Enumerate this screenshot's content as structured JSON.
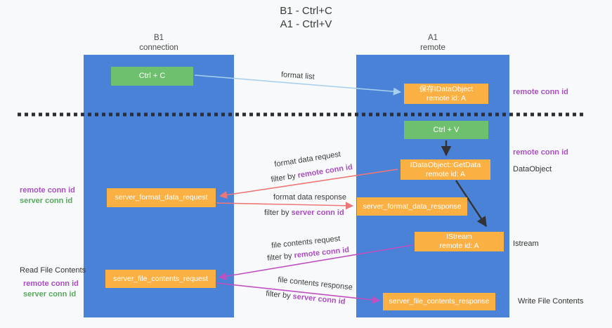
{
  "title": {
    "line1": "B1 - Ctrl+C",
    "line2": "A1 - Ctrl+V"
  },
  "lanes": {
    "left": {
      "name": "B1",
      "role": "connection"
    },
    "right": {
      "name": "A1",
      "role": "remote"
    }
  },
  "nodes": {
    "ctrl_c": {
      "label": "Ctrl + C"
    },
    "save_dataobject": {
      "line1": "保存IDataObject",
      "line2": "remote id: A"
    },
    "ctrl_v": {
      "label": "Ctrl + V"
    },
    "getdata": {
      "line1": "IDataObject::GetData",
      "line2": "remote id: A"
    },
    "istream": {
      "line1": "IStream",
      "line2": "remote id: A"
    },
    "server_format_data_request": {
      "label": "server_format_data_request"
    },
    "server_format_data_response": {
      "label": "server_format_data_response"
    },
    "server_file_contents_request": {
      "label": "server_file_contents_request"
    },
    "server_file_contents_response": {
      "label": "server_file_contents_response"
    }
  },
  "edge_labels": {
    "format_list": "format list",
    "format_data_request": "format data request",
    "format_data_request_filter": {
      "prefix": "filter by ",
      "id": "remote conn id"
    },
    "format_data_response": "format data response",
    "format_data_response_filter": {
      "prefix": "filter by ",
      "id": "server conn id"
    },
    "file_contents_request": "file contents request",
    "file_contents_request_filter": {
      "prefix": "filter by ",
      "id": "remote conn id"
    },
    "file_contents_response": "file contents response",
    "file_contents_response_filter": {
      "prefix": "filter by ",
      "id": "server conn id"
    }
  },
  "left_annotations": {
    "format_remote_id": "remote conn id",
    "format_server_id": "server conn id",
    "read_file": "Read File Contents",
    "file_remote_id": "remote conn id",
    "file_server_id": "server conn id"
  },
  "right_annotations": {
    "clipboard_remote_id": "remote conn id",
    "paste_remote_id": "remote conn id",
    "dataobject": "DataObject",
    "istream": "Istream",
    "write_file": "Write File Contents"
  },
  "colors": {
    "lane_blue": "#4a82d8",
    "box_green": "#6ebf6e",
    "box_orange": "#fbb043",
    "arrow_light_blue": "#a6d0ee",
    "arrow_red": "#ef7676",
    "arrow_magenta": "#c24fc2",
    "arrow_black": "#333333",
    "dashed_divider": "#2e2e2e",
    "label_purple": "#a94fc0",
    "label_green": "#57a85c"
  }
}
